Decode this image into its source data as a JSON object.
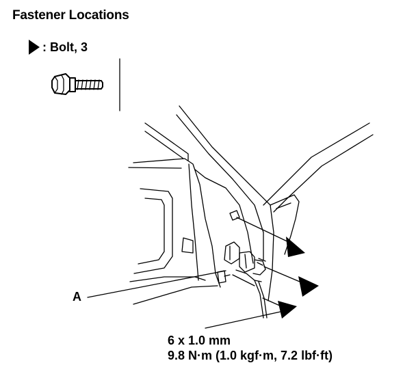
{
  "header": {
    "title": "Fastener Locations"
  },
  "legend": {
    "symbol": "bolt-marker-triangle",
    "label": ": Bolt, 3"
  },
  "callouts": {
    "a": "A"
  },
  "spec": {
    "size": "6 x 1.0 mm",
    "torque": "9.8 N·m (1.0 kgf·m, 7.2 lbf·ft)"
  }
}
